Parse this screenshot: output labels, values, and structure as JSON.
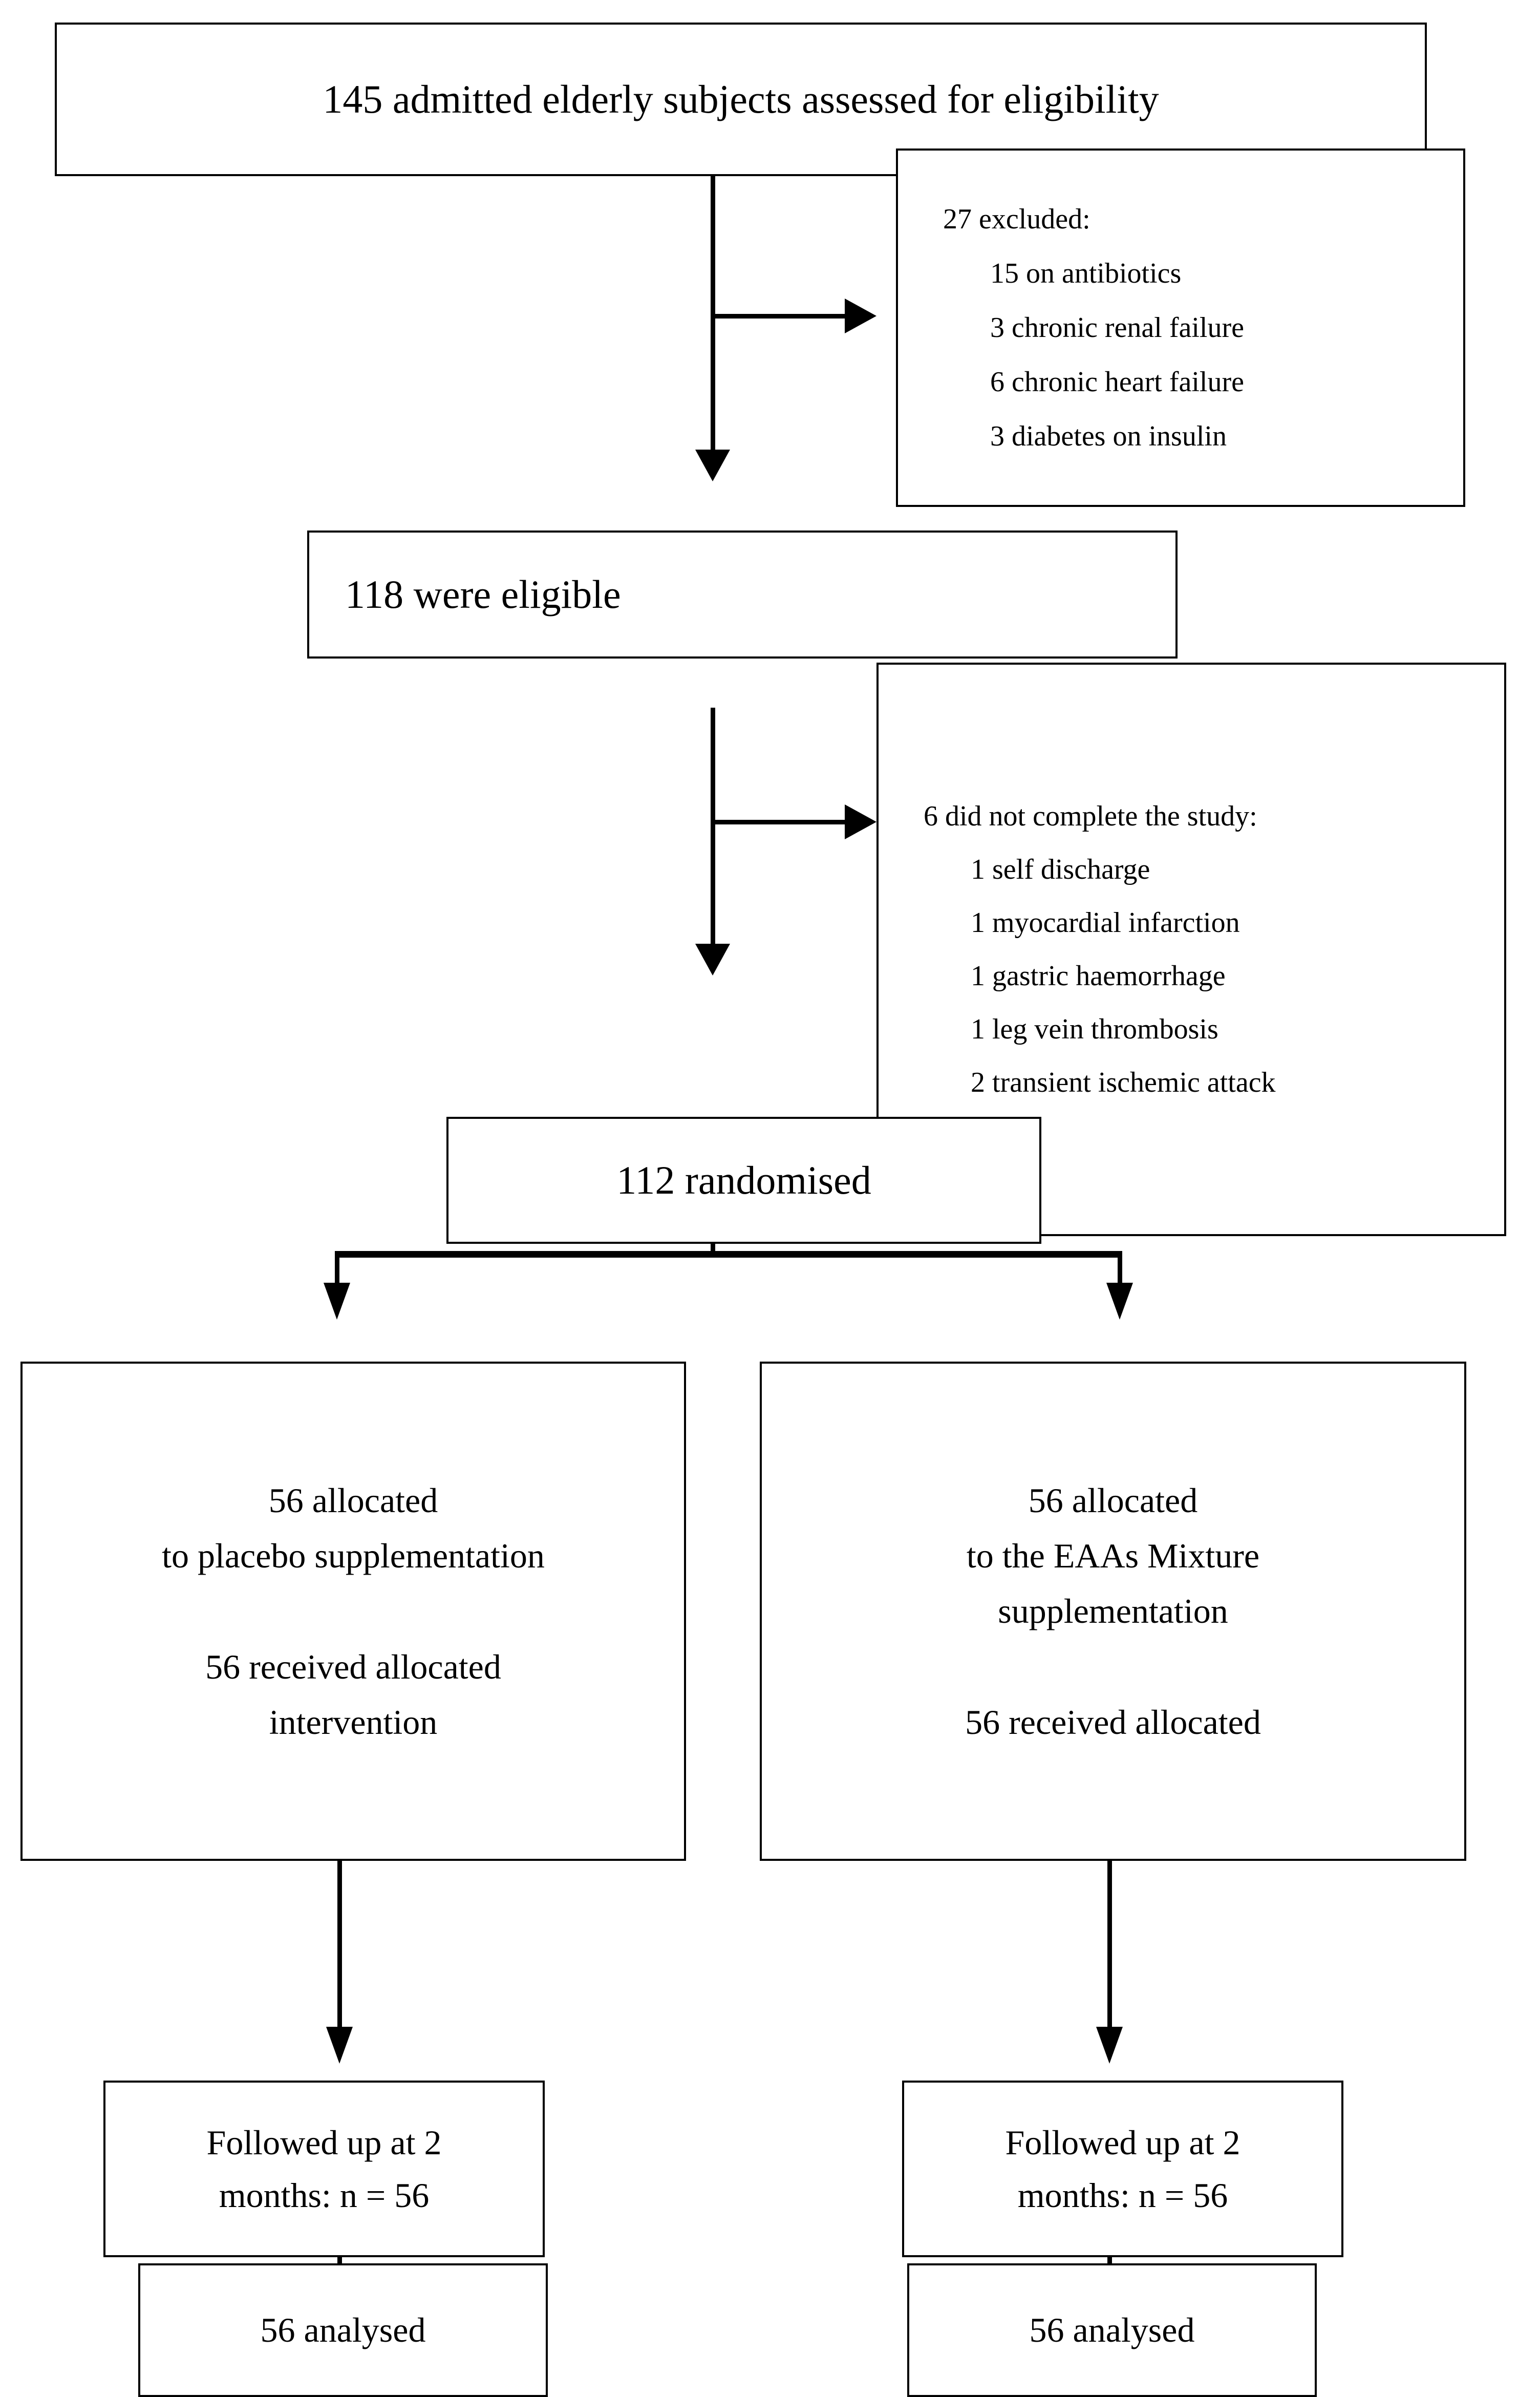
{
  "diagram": {
    "title": "CONSORT participant flow diagram",
    "colors": {
      "stroke": "#000000",
      "background": "#ffffff",
      "text": "#000000"
    },
    "nodes": {
      "assessed": {
        "text": "145 admitted elderly subjects assessed for eligibility"
      },
      "excluded": {
        "heading": "27 excluded:",
        "items": [
          "15 on antibiotics",
          "3 chronic renal failure",
          "6 chronic heart failure",
          "3 diabetes on insulin"
        ]
      },
      "eligible": {
        "text": "118 were eligible"
      },
      "not_completed": {
        "heading": "6 did not complete the study:",
        "items": [
          "1 self discharge",
          "1 myocardial infarction",
          "1 gastric haemorrhage",
          "1 leg vein thrombosis",
          "2 transient ischemic attack"
        ]
      },
      "randomised": {
        "text": "112 randomised"
      },
      "alloc_left": {
        "lines": [
          "56 allocated",
          "to placebo supplementation",
          "",
          "56 received allocated",
          "intervention"
        ]
      },
      "alloc_right": {
        "lines": [
          "56 allocated",
          "to the EAAs Mixture",
          "supplementation",
          "",
          "56 received allocated"
        ]
      },
      "followup_left": {
        "lines": [
          "Followed up at 2",
          "months: n = 56"
        ]
      },
      "followup_right": {
        "lines": [
          "Followed up at 2",
          "months: n = 56"
        ]
      },
      "analysed_left": {
        "text": "56 analysed"
      },
      "analysed_right": {
        "text": "56 analysed"
      }
    }
  }
}
